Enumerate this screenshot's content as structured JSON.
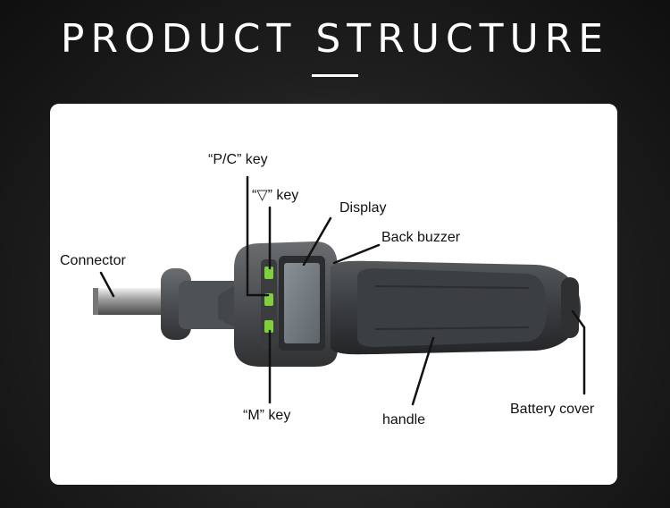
{
  "header": {
    "title": "PRODUCT STRUCTURE"
  },
  "callouts": {
    "pc_key": "“P/C” key",
    "down_key": "“▽” key",
    "display": "Display",
    "back_buzzer": "Back buzzer",
    "connector": "Connector",
    "m_key": "“M” key",
    "handle": "handle",
    "battery_cover": "Battery cover"
  },
  "colors": {
    "background": "#1e1e1e",
    "panel": "#ffffff",
    "tool_body": "#4a4d50",
    "grip": "#35383b",
    "key_green": "#7fd03a",
    "display": "#6e757a"
  }
}
